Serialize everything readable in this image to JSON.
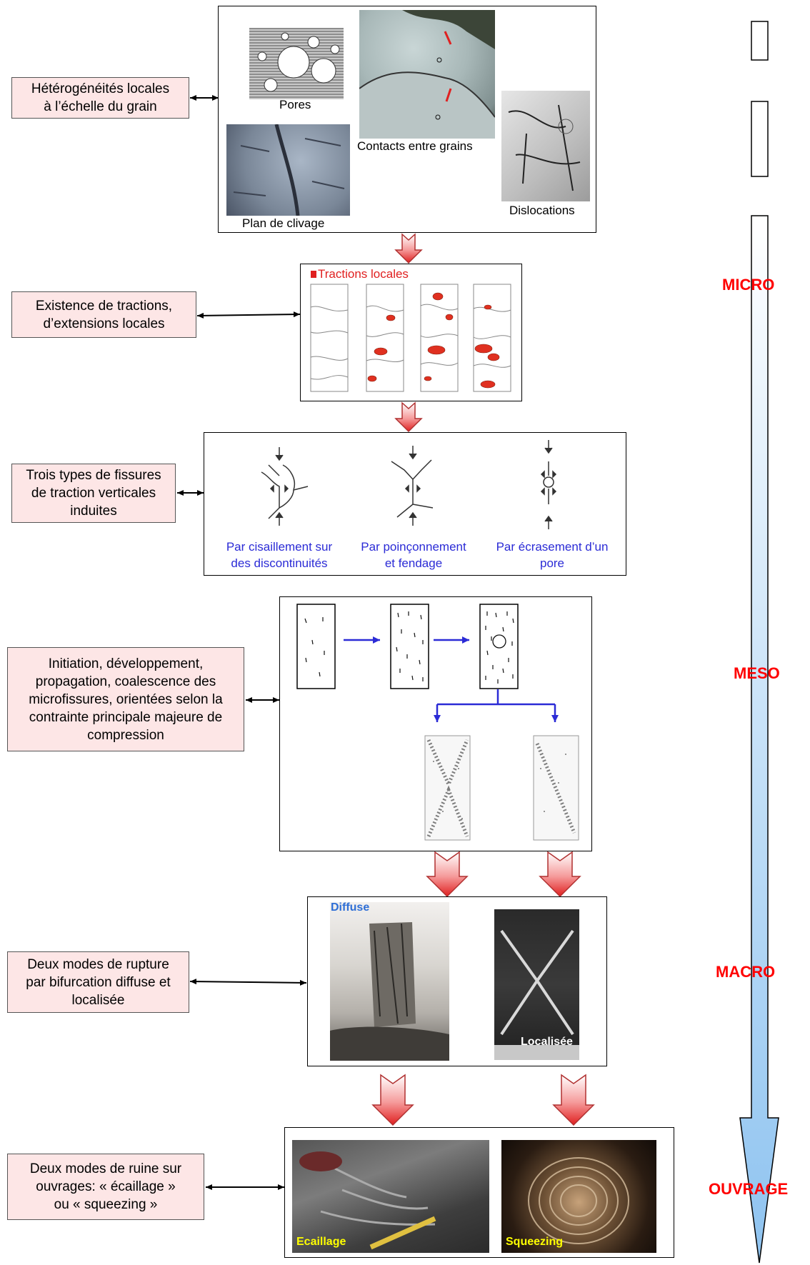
{
  "stages": [
    {
      "label": "Hétérogénéités locales\nà l’échelle du grain"
    },
    {
      "label": "Existence de tractions,\nd’extensions locales"
    },
    {
      "label": "Trois types de fissures\nde traction verticales\ninduites"
    },
    {
      "label": "Initiation, développement,\npropagation, coalescence des\nmicrofissures, orientées selon la\ncontrainte principale majeure de\ncompression"
    },
    {
      "label": "Deux modes de rupture\npar bifurcation diffuse et\nlocalisée"
    },
    {
      "label": "Deux modes de ruine sur\nouvrages: « écaillage »\nou « squeezing »"
    }
  ],
  "panel1": {
    "pores": "Pores",
    "contacts": "Contacts entre grains",
    "dislocations": "Dislocations",
    "clivage": "Plan de clivage"
  },
  "panel2": {
    "title": "Tractions locales"
  },
  "panel3": {
    "items": [
      "Par cisaillement sur\ndes discontinuités",
      "Par poinçonnement\net fendage",
      "Par écrasement d’un\npore"
    ]
  },
  "panel5": {
    "diffuse": "Diffuse",
    "localisee": "Localisée"
  },
  "panel6": {
    "ecaillage": "Ecaillage",
    "squeezing": "Squeezing"
  },
  "scale": {
    "micro": "MICRO",
    "meso": "MESO",
    "macro": "MACRO",
    "ouvrage": "OUVRAGE"
  },
  "colors": {
    "label_bg": "#fde6e6",
    "scale_text": "#ff0000",
    "scale_arrow": "#9fcbf2",
    "caption_blue": "#2b2bd6"
  }
}
